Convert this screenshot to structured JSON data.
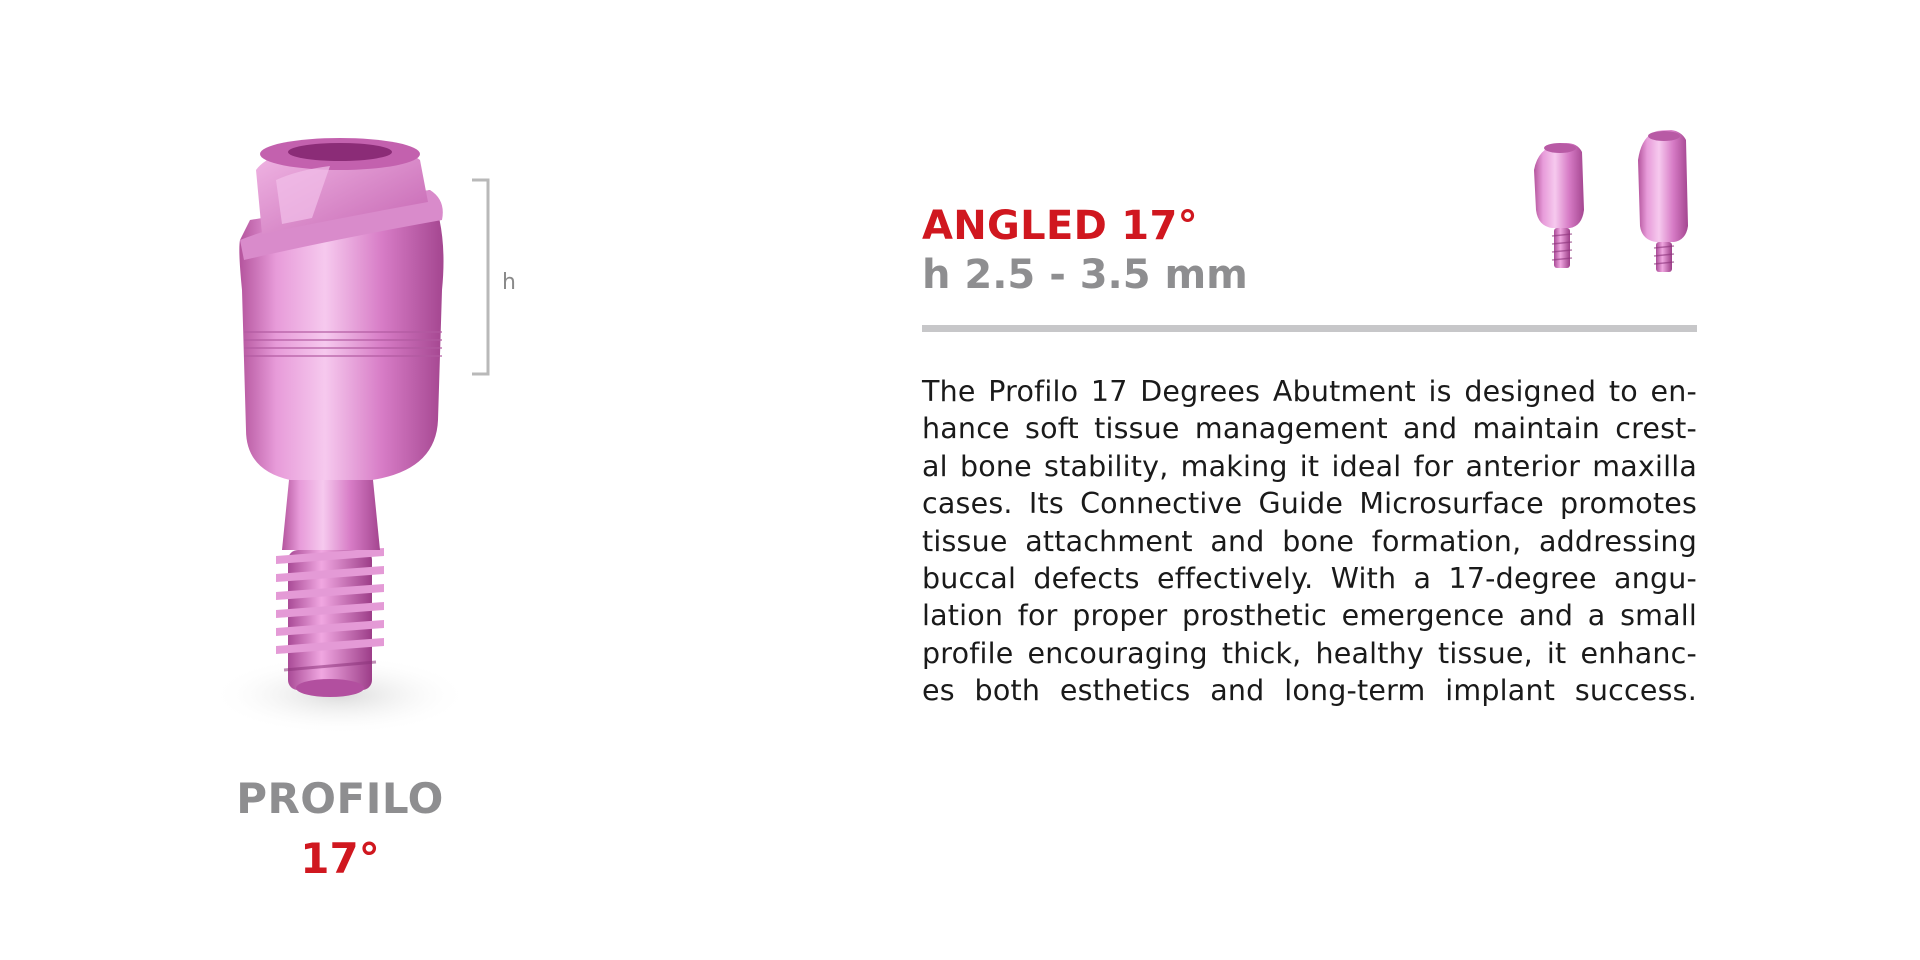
{
  "product": {
    "caption_name": "PROFILO",
    "caption_angle": "17°",
    "height_label": "h",
    "illustration_icon": "angled-abutment-icon"
  },
  "spec": {
    "title": "ANGLED 17°",
    "height_range": "h 2.5 - 3.5 mm",
    "thumbnail_icons": [
      "abutment-short-icon",
      "abutment-tall-icon"
    ]
  },
  "description": {
    "lines": [
      "The Profilo 17 Degrees Abutment is designed to en-",
      "hance soft tissue management and maintain crest-",
      "al bone stability, making it ideal for anterior maxilla",
      "cases. Its Connective Guide Microsurface promotes",
      "tissue attachment and bone formation, addressing",
      "buccal defects effectively. With a 17-degree angu-",
      "lation for proper prosthetic emergence and a small",
      "profile encouraging thick, healthy tissue, it enhanc-",
      "es both esthetics and long-term implant success."
    ]
  },
  "colors": {
    "accent_red": "#d0171f",
    "muted_gray": "#8e8e90",
    "abutment_pink": "#d97fc9",
    "divider_gray": "#c7c7c9"
  }
}
